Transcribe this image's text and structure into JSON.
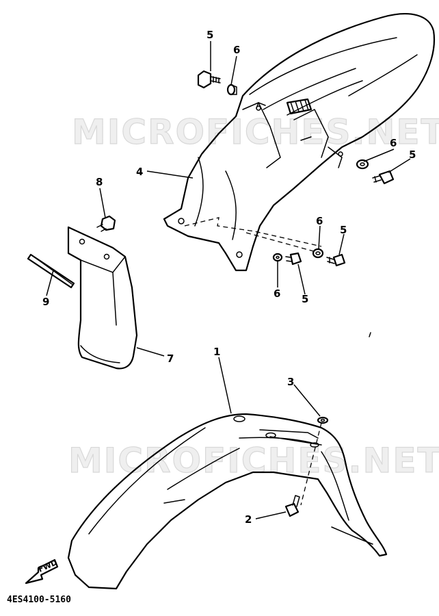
{
  "watermarks": [
    "MICROFICHES.NET",
    "MICROFICHES.NET"
  ],
  "callouts": {
    "front_fender": "1",
    "bolt_front": "2",
    "washer_front": "3",
    "rear_fender": "4",
    "bolt_top": "5",
    "collar_top": "6",
    "collar_right": "6",
    "bolt_right": "5",
    "collar_mid": "6",
    "bolt_mid": "5",
    "collar_low": "6",
    "bolt_low": "5",
    "flap_bolt": "8",
    "mud_flap": "7",
    "plate": "9"
  },
  "direction_label": "FWD",
  "diagram_code": "4ES4100-5160"
}
